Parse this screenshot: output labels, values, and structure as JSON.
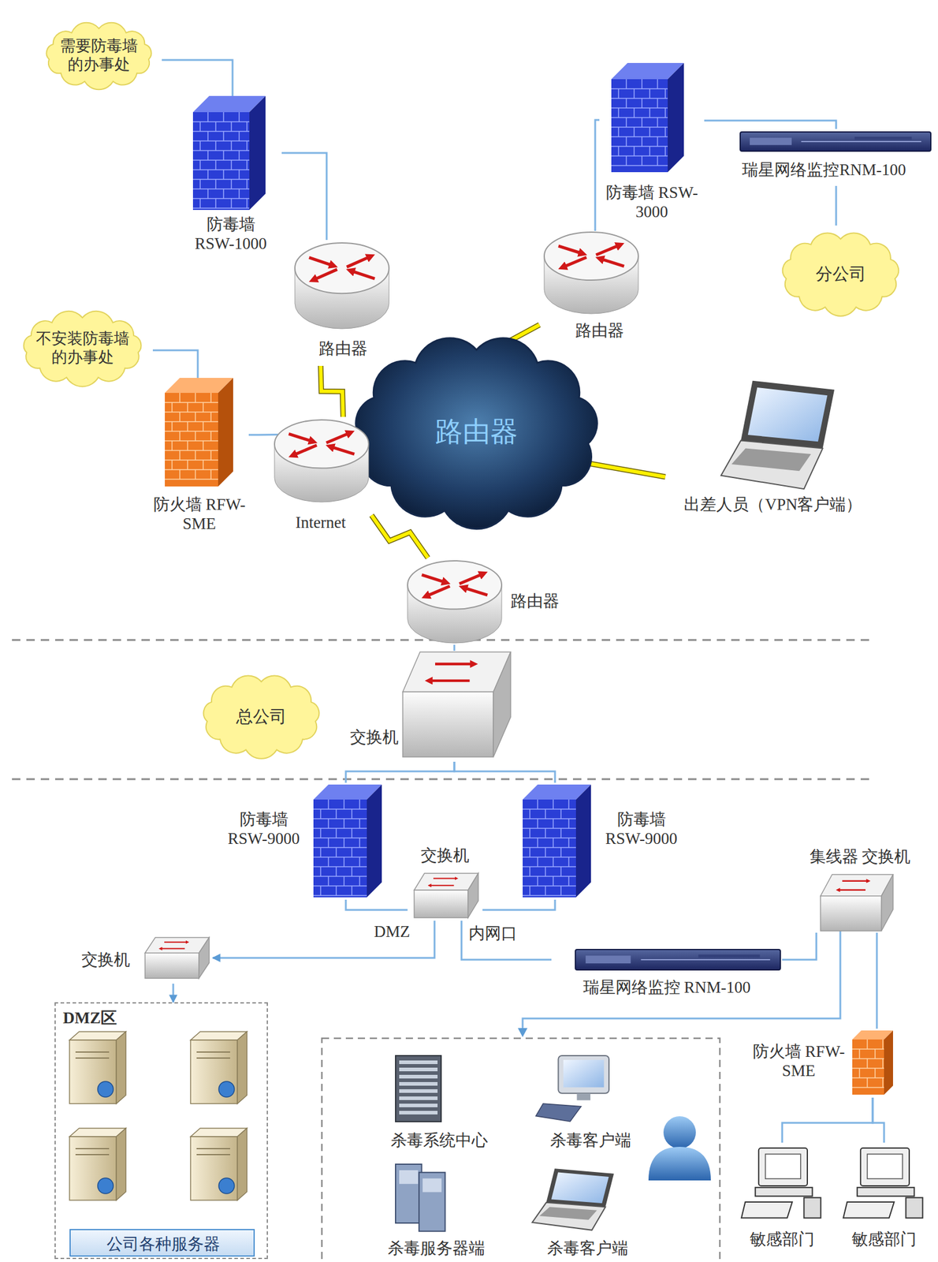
{
  "diagram": {
    "nodes": [
      {
        "text": [
          "需要防毒墙的办事处"
        ]
      },
      {
        "text": [
          "防毒墙 RSW-1000"
        ]
      },
      {
        "text": [
          "路由器"
        ]
      },
      {
        "text": [
          "防毒墙 RSW-3000"
        ]
      },
      {
        "text": [
          "瑞星网络监控RNM-100"
        ]
      },
      {
        "text": [
          "分公司"
        ]
      },
      {
        "text": [
          "路由器"
        ]
      },
      {
        "text": [
          "不安装防毒墙的办事处"
        ]
      },
      {
        "text": [
          "防火墙 RFW-SME"
        ]
      },
      {
        "text": [
          "路由器"
        ]
      },
      {
        "text": [
          "Internet"
        ]
      },
      {
        "text": [
          "出差人员（VPN客户端）"
        ]
      },
      {
        "text": [
          "路由器"
        ]
      },
      {
        "text": [
          "总公司"
        ]
      },
      {
        "text": [
          "交换机"
        ]
      },
      {
        "text": [
          "防毒墙 RSW-9000"
        ]
      },
      {
        "text": [
          "防毒墙 RSW-9000"
        ]
      },
      {
        "text": [
          "交换机"
        ]
      },
      {
        "text": [
          "交换机"
        ]
      },
      {
        "text": [
          "DMZ区"
        ]
      },
      {
        "text": [
          "公司各种服务器"
        ],
        "in": 19
      },
      {
        "text": [
          "集线器 交换机"
        ]
      },
      {
        "text": [
          "瑞星网络监控 RNM-100"
        ]
      },
      {
        "text": [
          "杀毒系统中心"
        ]
      },
      {
        "text": [
          "杀毒客户端"
        ]
      },
      {
        "text": [
          "杀毒服务器端"
        ]
      },
      {
        "text": [
          "杀毒客户端"
        ]
      },
      {
        "text": [
          "防火墙 RFW-SME"
        ]
      },
      {
        "text": [
          "敏感部门"
        ]
      },
      {
        "text": [
          "敏感部门"
        ]
      }
    ],
    "edges": [
      {
        "from": 0,
        "to": 1,
        "arrow": "none"
      },
      {
        "from": 1,
        "to": 2,
        "arrow": "none"
      },
      {
        "from": 2,
        "to": 10,
        "arrow": "none"
      },
      {
        "from": 6,
        "to": 10,
        "arrow": "none"
      },
      {
        "from": 3,
        "to": 6,
        "arrow": "none"
      },
      {
        "from": 3,
        "to": 4,
        "arrow": "none"
      },
      {
        "from": 4,
        "to": 5,
        "arrow": "none"
      },
      {
        "from": 7,
        "to": 8,
        "arrow": "none"
      },
      {
        "from": 8,
        "to": 9,
        "arrow": "none"
      },
      {
        "from": 9,
        "to": 10,
        "arrow": "none"
      },
      {
        "from": 10,
        "to": 11,
        "arrow": "none"
      },
      {
        "from": 10,
        "to": 12,
        "arrow": "none"
      },
      {
        "from": 12,
        "to": 14,
        "arrow": "none"
      },
      {
        "from": 14,
        "to": 15,
        "arrow": "none"
      },
      {
        "from": 14,
        "to": 16,
        "arrow": "none"
      },
      {
        "from": 15,
        "to": 17,
        "arrow": "none"
      },
      {
        "from": 16,
        "to": 17,
        "arrow": "none"
      },
      {
        "from": 17,
        "to": 18,
        "arrow": "to"
      },
      {
        "from": 18,
        "to": 19,
        "arrow": "to"
      },
      {
        "from": 17,
        "to": 22,
        "arrow": "none"
      },
      {
        "from": 22,
        "to": 21,
        "arrow": "none"
      },
      {
        "from": 21,
        "to": 27,
        "arrow": "none"
      },
      {
        "from": 27,
        "to": 28,
        "arrow": "none"
      },
      {
        "from": 27,
        "to": 29,
        "arrow": "none"
      }
    ],
    "labels": [
      "DMZ",
      "内网口"
    ]
  }
}
